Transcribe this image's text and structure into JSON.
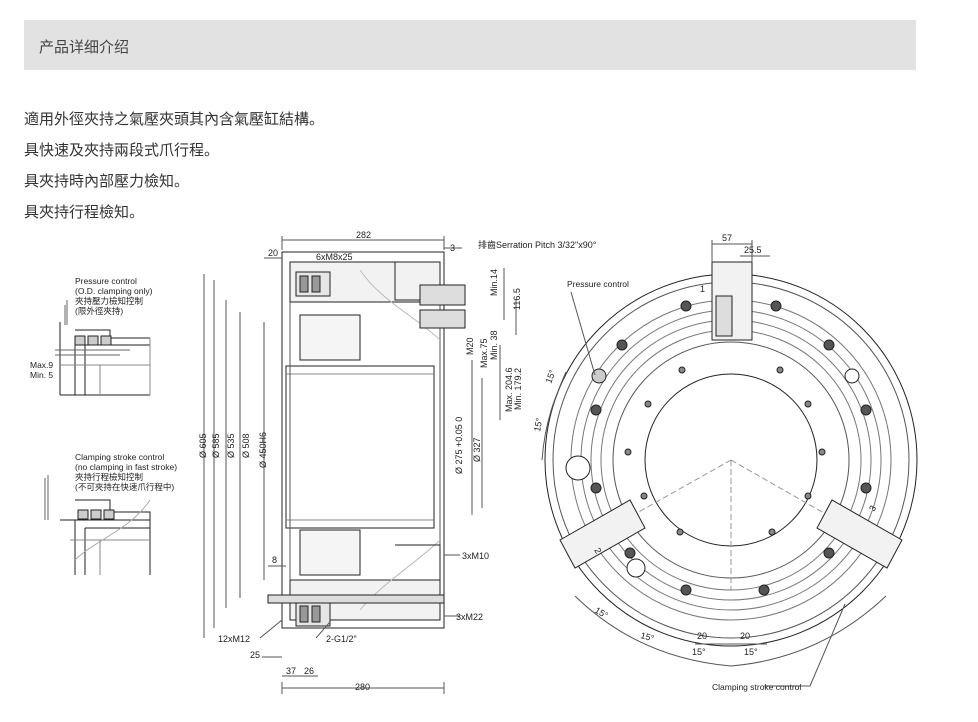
{
  "header": {
    "title": "产品详细介绍"
  },
  "description": [
    "適用外徑夾持之氣壓夾頭其內含氣壓缸結構。",
    "具快速及夾持兩段式爪行程。",
    "具夾持時內部壓力檢知。",
    "具夾持行程檢知。"
  ],
  "drawing": {
    "left_detail": {
      "pressure_lines": [
        "Pressure control",
        "(O.D. clamping only)",
        "夾持壓力檢知控制",
        "(限外徑夾持)"
      ],
      "max_label": "Max.9",
      "min_label": "Min. 5",
      "stroke_lines": [
        "Clamping stroke control",
        "(no clamping in fast stroke)",
        "夾持行程檢知控制",
        "(不可夾持在快速爪行程中)"
      ]
    },
    "side_view": {
      "dim_282": "282",
      "dim_20": "20",
      "bolt": "6xM8x25",
      "dim_3": "3",
      "serration": "排齒Serration Pitch 3/32\"x90°",
      "min14": "Min.14",
      "d1165": "116.5",
      "m20": "M20",
      "max75": "Max.75",
      "min38": "Min. 38",
      "max2046": "Max. 204.6",
      "min1792": "Min. 179.2",
      "d605": "Ø 605",
      "d585": "Ø 585",
      "d535": "Ø 535",
      "d508": "Ø 508",
      "d450": "Ø 450H6",
      "d275": "Ø 275 +0.05 0",
      "d327": "Ø 327",
      "dim_8": "8",
      "m10": "3xM10",
      "m22": "3xM22",
      "m12": "12xM12",
      "g12": "2-G1/2\"",
      "dim_25": "25",
      "dim_37": "37",
      "dim_26": "26",
      "dim_280": "280"
    },
    "front_view": {
      "dim_57": "57",
      "dim_255": "25.5",
      "pressure": "Pressure control",
      "angle_a": "15°",
      "angle_b": "15°",
      "angle_c": "15°",
      "angle_d": "15°",
      "angle_e": "15°",
      "angle_f": "15°",
      "dim_20a": "20",
      "dim_20b": "20",
      "jaw_1": "1",
      "jaw_2": "2",
      "jaw_3": "3",
      "stroke": "Clamping stroke control"
    }
  }
}
